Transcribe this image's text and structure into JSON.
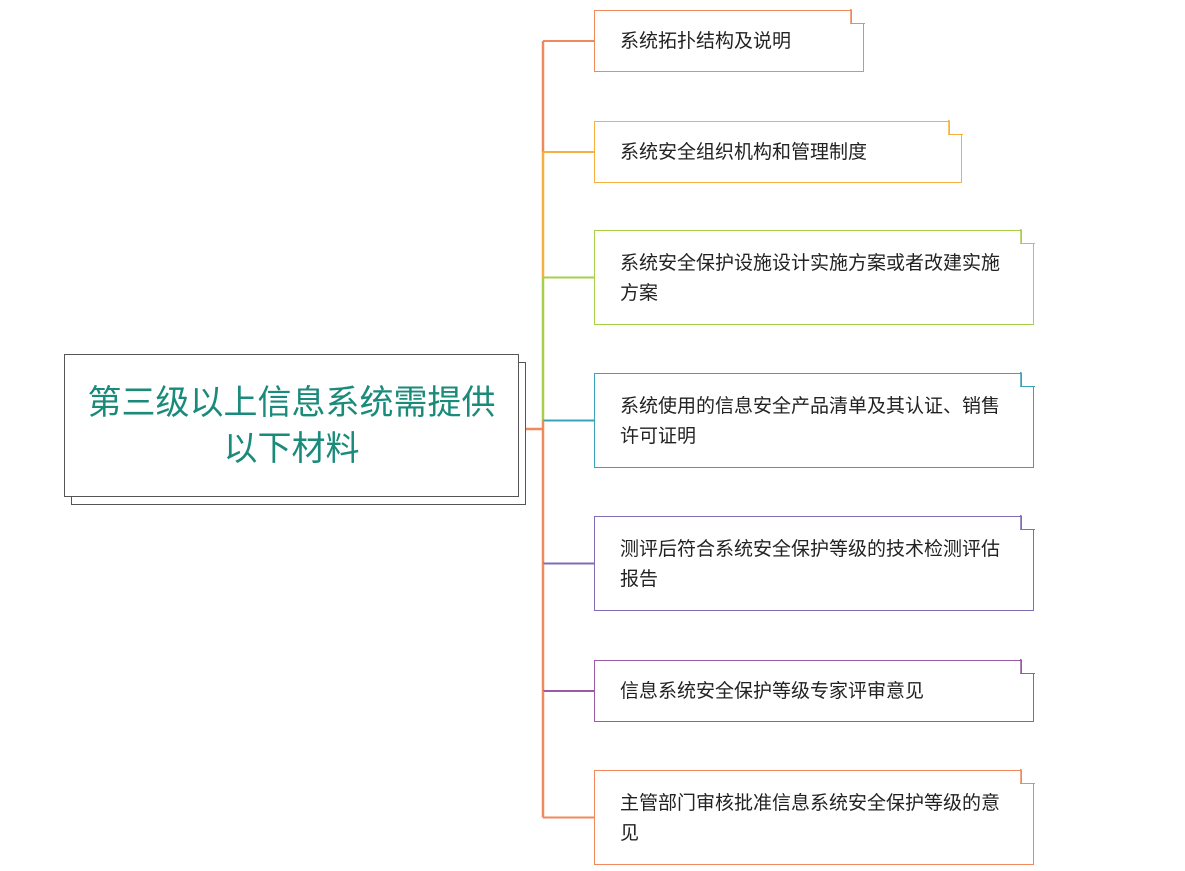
{
  "root": {
    "title": "第三级以上信息系统需提供以下材料"
  },
  "items": [
    {
      "label": "系统拓扑结构及说明",
      "color": "#f08a5d"
    },
    {
      "label": "系统安全组织机构和管理制度",
      "color": "#f5b041"
    },
    {
      "label": "系统安全保护设施设计实施方案或者改建实施方案",
      "color": "#a8cf4a"
    },
    {
      "label": "系统使用的信息安全产品清单及其认证、销售许可证明",
      "color": "#3ba3b8"
    },
    {
      "label": "测评后符合系统安全保护等级的技术检测评估报告",
      "color": "#7f6db5"
    },
    {
      "label": "信息系统安全保护等级专家评审意见",
      "color": "#9b5aa6"
    },
    {
      "label": "主管部门审核批准信息系统安全保护等级的意见",
      "color": "#f08a5d"
    }
  ]
}
